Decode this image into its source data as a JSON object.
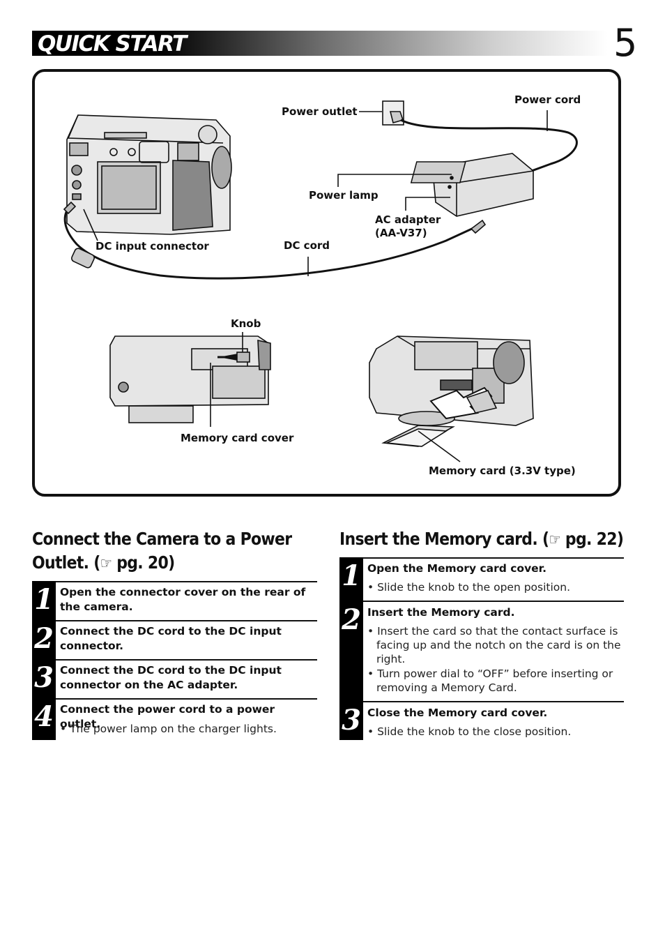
{
  "header": {
    "title": "QUICK START",
    "page_number": "5"
  },
  "figure": {
    "labels": {
      "power_outlet": "Power outlet",
      "power_cord": "Power cord",
      "power_lamp": "Power lamp",
      "ac_adapter": "AC adapter",
      "ac_adapter_model": "(AA-V37)",
      "dc_input_connector": "DC input connector",
      "dc_cord": "DC cord",
      "knob": "Knob",
      "memory_card_cover": "Memory card cover",
      "memory_card": "Memory card (3.3V type)"
    }
  },
  "left_section": {
    "title_line1": "Connect the Camera to a Power",
    "title_line2_prefix": "Outlet. (",
    "hand_icon": "☞",
    "title_line2_suffix": " pg. 20)",
    "steps": [
      {
        "number": "1",
        "title": "Open the connector cover on the rear of the camera.",
        "bullets": []
      },
      {
        "number": "2",
        "title": "Connect the DC cord to the DC input connector.",
        "bullets": []
      },
      {
        "number": "3",
        "title": "Connect the DC cord to the DC input connector on the AC adapter.",
        "bullets": []
      },
      {
        "number": "4",
        "title": "Connect the power cord to a power outlet.",
        "bullets": [
          "• The power lamp on the charger lights."
        ]
      }
    ]
  },
  "right_section": {
    "title_prefix": "Insert the Memory card. (",
    "hand_icon": "☞",
    "title_suffix": " pg. 22)",
    "steps": [
      {
        "number": "1",
        "title": "Open the Memory card cover.",
        "bullets": [
          "• Slide the knob to the open position."
        ]
      },
      {
        "number": "2",
        "title": "Insert the Memory card.",
        "bullets": [
          "• Insert the card so that the contact surface is facing up and the notch on the card is on the right.",
          "• Turn power dial to “OFF” before inserting or removing a Memory Card."
        ]
      },
      {
        "number": "3",
        "title": "Close the Memory card cover.",
        "bullets": [
          "• Slide the knob to the close position."
        ]
      }
    ]
  }
}
